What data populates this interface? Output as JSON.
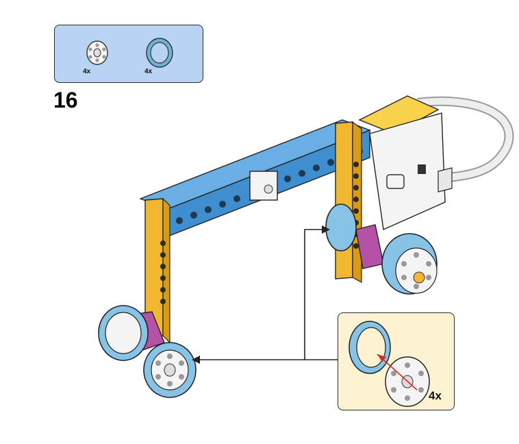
{
  "step": {
    "number": "16"
  },
  "parts": [
    {
      "name": "wheel-hub",
      "quantity": "4x"
    },
    {
      "name": "tire",
      "quantity": "4x"
    }
  ],
  "detail": {
    "quantity": "4x"
  },
  "colors": {
    "parts_box_bg": "#b9d3f2",
    "detail_box_bg": "#fdf2d1",
    "blue_beam": "#3f8fd0",
    "yellow_beam": "#f2b731",
    "purple_connector": "#b552a8",
    "tire_blue": "#86c3e6",
    "hub_white": "#f4f4f4"
  },
  "icons": [
    "wheel-hub-icon",
    "tire-icon",
    "arrow-icon",
    "hub-motor-icon"
  ]
}
